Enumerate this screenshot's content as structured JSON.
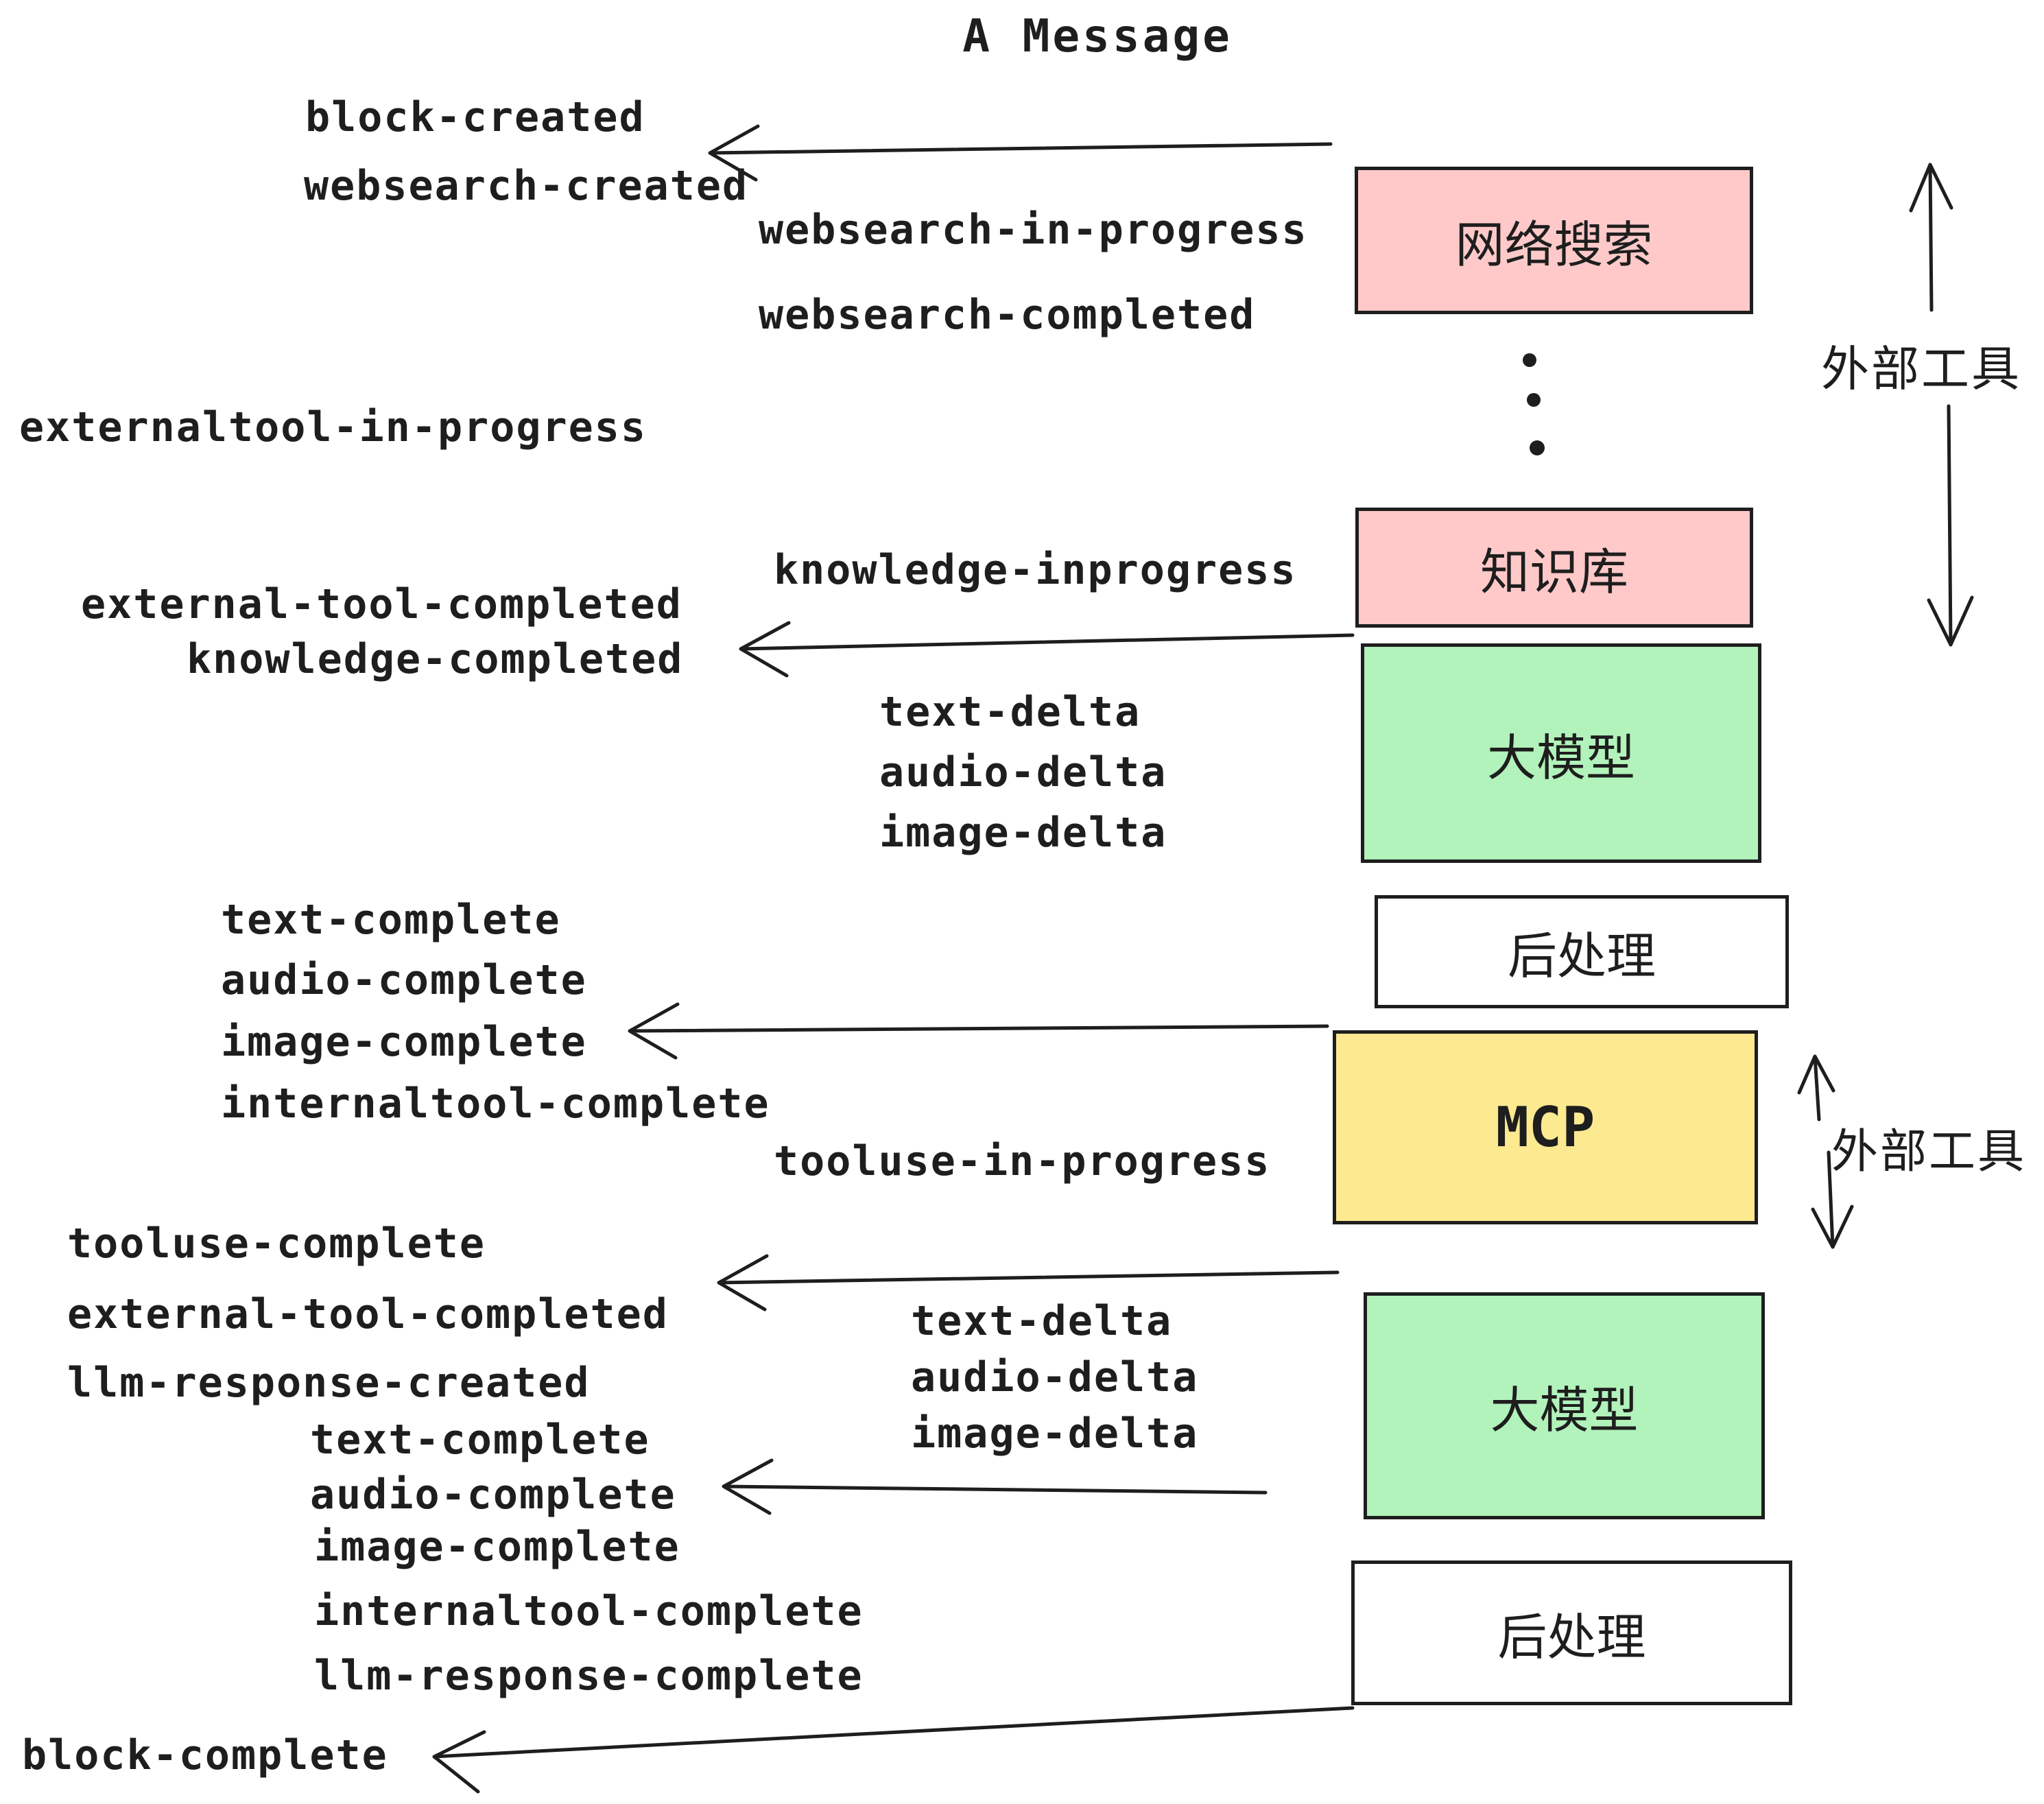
{
  "title": "A Message",
  "colors": {
    "pink": "#ffc9c9",
    "green": "#b2f2bb",
    "yellow": "#fce990",
    "stroke": "#1e1e1e"
  },
  "boxes": {
    "websearch": {
      "label": "网络搜索"
    },
    "knowledge": {
      "label": "知识库"
    },
    "llm": {
      "label": "大模型"
    },
    "post": {
      "label": "后处理"
    },
    "mcp": {
      "label": "MCP"
    }
  },
  "side": {
    "external_tools": "外部工具"
  },
  "events": {
    "block_created": "block-created",
    "websearch_created": "websearch-created",
    "websearch_in_progress": "websearch-in-progress",
    "websearch_completed": "websearch-completed",
    "externaltool_in_progress": "externaltool-in-progress",
    "external_tool_completed": "external-tool-completed",
    "knowledge_completed": "knowledge-completed",
    "knowledge_inprogress": "knowledge-inprogress",
    "text_delta": "text-delta",
    "audio_delta": "audio-delta",
    "image_delta": "image-delta",
    "text_complete": "text-complete",
    "audio_complete": "audio-complete",
    "image_complete": "image-complete",
    "internaltool_complete": "internaltool-complete",
    "tooluse_in_progress": "tooluse-in-progress",
    "tooluse_complete": "tooluse-complete",
    "llm_response_created": "llm-response-created",
    "llm_response_complete": "llm-response-complete",
    "block_complete": "block-complete"
  }
}
